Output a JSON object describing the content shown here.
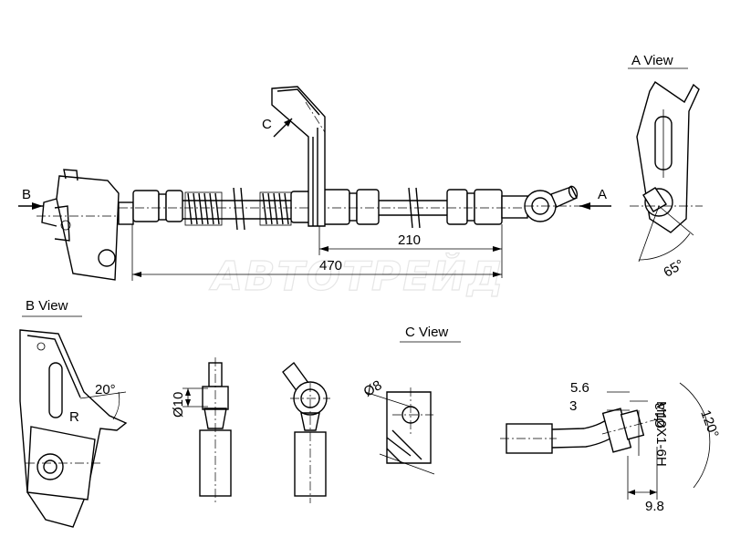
{
  "drawing": {
    "labels": {
      "view_a": "A  View",
      "view_b": "B  View",
      "view_c": "C  View",
      "arrow_a": "A",
      "arrow_b": "B",
      "arrow_c": "C"
    },
    "dimensions": {
      "length_total": "470",
      "length_partial": "210",
      "angle_a": "65°",
      "angle_b": "20°",
      "radius_b": "R",
      "diameter_10": "Ø10",
      "diameter_8": "Ø8",
      "diameter_13": "Ø13",
      "thread": "M10X1-6H",
      "dim_5_6": "5.6",
      "dim_3": "3",
      "dim_9_8": "9.8",
      "angle_120": "120°"
    },
    "watermark": "АВТОТРЕЙД"
  }
}
